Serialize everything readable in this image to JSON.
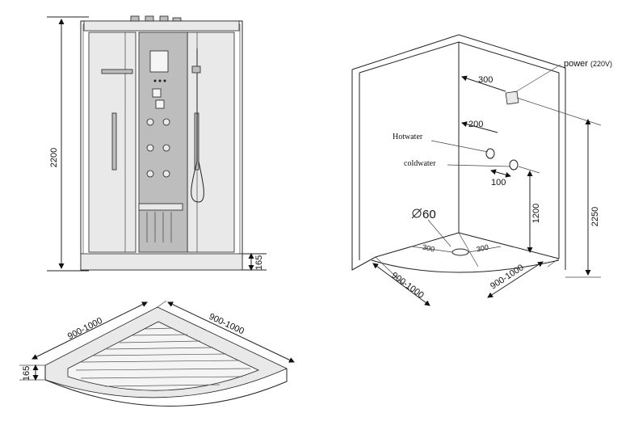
{
  "front_view": {
    "height_label": "2200",
    "base_height_label": "165"
  },
  "room_view": {
    "power_label": "power",
    "power_spec": "(220V)",
    "power_offset": "300",
    "hot_offset": "200",
    "pipe_gap": "100",
    "hotwater_label": "Hotwater",
    "coldwater_label": "coldwater",
    "pipe_height": "1200",
    "power_height": "2250",
    "drain_label": "60",
    "drain_left": "300",
    "drain_right": "300",
    "width_left": "900-1000",
    "width_right": "900-1000"
  },
  "tray_view": {
    "width_left": "900-1000",
    "width_right": "900-1000",
    "height_label": "165"
  }
}
